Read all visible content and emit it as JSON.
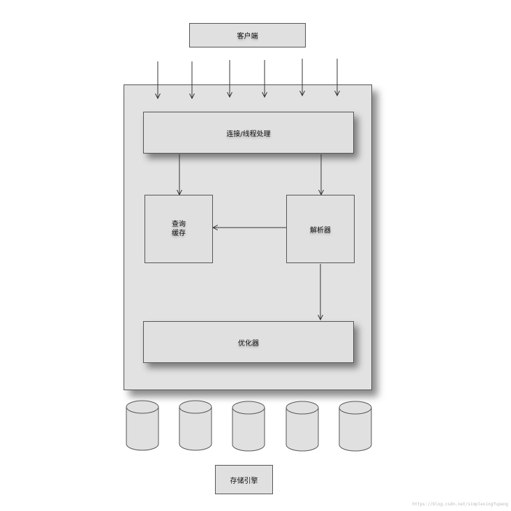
{
  "client": {
    "label": "客户端"
  },
  "connection": {
    "label": "连接/线程处理"
  },
  "query_cache": {
    "line1": "查询",
    "line2": "缓存"
  },
  "parser": {
    "label": "解析器"
  },
  "optimizer": {
    "label": "优化器"
  },
  "storage_engine": {
    "label": "存储引擎"
  },
  "watermark": {
    "text": "https://blog.csdn.net/simplexingfupeng"
  },
  "colors": {
    "box_fill": "#e0e0e0",
    "border": "#555555",
    "arrow": "#333333"
  }
}
